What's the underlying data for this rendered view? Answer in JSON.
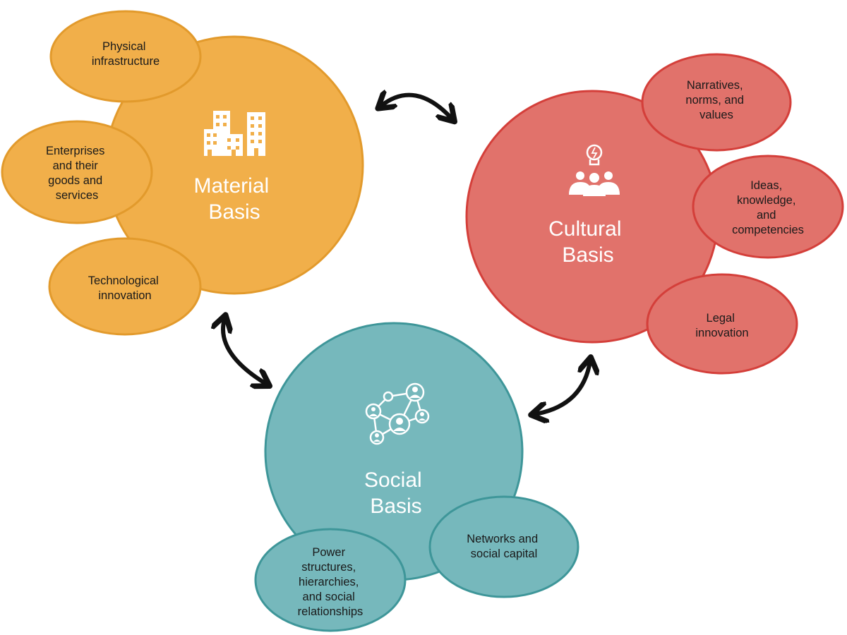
{
  "colors": {
    "material_fill": "#F1AF4A",
    "material_stroke": "#E29A2C",
    "cultural_fill": "#E1726B",
    "cultural_stroke": "#D43F3A",
    "social_fill": "#76B8BC",
    "social_stroke": "#3E9699",
    "arrow": "#111111"
  },
  "nodes": {
    "material": {
      "icon": "buildings-icon",
      "title_lines": [
        "Material",
        "Basis"
      ],
      "sub": {
        "physical": [
          "Physical",
          "infrastructure"
        ],
        "enterprises": [
          "Enterprises",
          "and their",
          "goods and",
          "services"
        ],
        "technological": [
          "Technological",
          "innovation"
        ]
      }
    },
    "cultural": {
      "icon": "people-lightbulb-icon",
      "title_lines": [
        "Cultural",
        "Basis"
      ],
      "sub": {
        "narratives": [
          "Narratives,",
          "norms, and",
          "values"
        ],
        "ideas": [
          "Ideas,",
          "knowledge,",
          "and",
          "competencies"
        ],
        "legal": [
          "Legal",
          "innovation"
        ]
      }
    },
    "social": {
      "icon": "network-icon",
      "title_lines": [
        "Social",
        "Basis"
      ],
      "sub": {
        "power": [
          "Power",
          "structures,",
          "hierarchies,",
          "and social",
          "relationships"
        ],
        "networks": [
          "Networks and",
          "social capital"
        ]
      }
    }
  }
}
